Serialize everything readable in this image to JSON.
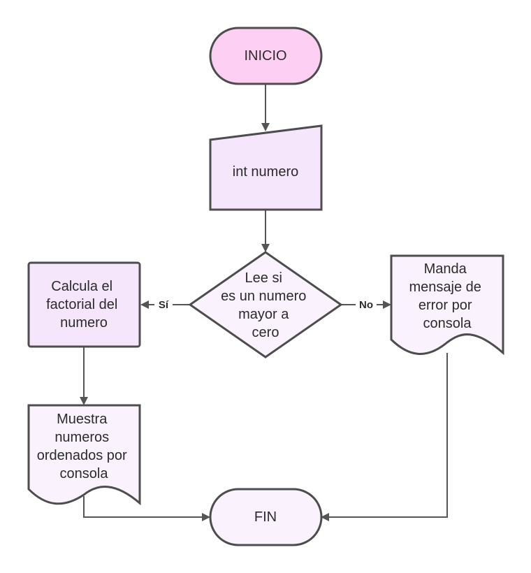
{
  "colors": {
    "terminal_start_fill": "#fdd0f3",
    "process_fill": "#f5e6fb",
    "decision_fill": "#faf2fd",
    "document_fill": "#faf2fd",
    "terminal_end_fill": "#faf2fd",
    "stroke": "#4d4d4d",
    "edge": "#555555"
  },
  "nodes": {
    "start": {
      "lines": [
        "INICIO"
      ]
    },
    "input": {
      "lines": [
        "int numero"
      ]
    },
    "decision": {
      "lines": [
        "Lee si",
        "es un numero",
        "mayor a",
        "cero"
      ]
    },
    "process": {
      "lines": [
        "Calcula el",
        "factorial del",
        "numero"
      ]
    },
    "output_left": {
      "lines": [
        "Muestra",
        "numeros",
        "ordenados por",
        "consola"
      ]
    },
    "output_right": {
      "lines": [
        "Manda",
        "mensaje de",
        "error por",
        "consola"
      ]
    },
    "end": {
      "lines": [
        "FIN"
      ]
    }
  },
  "edges": {
    "yes_label": "Sí",
    "no_label": "No"
  }
}
